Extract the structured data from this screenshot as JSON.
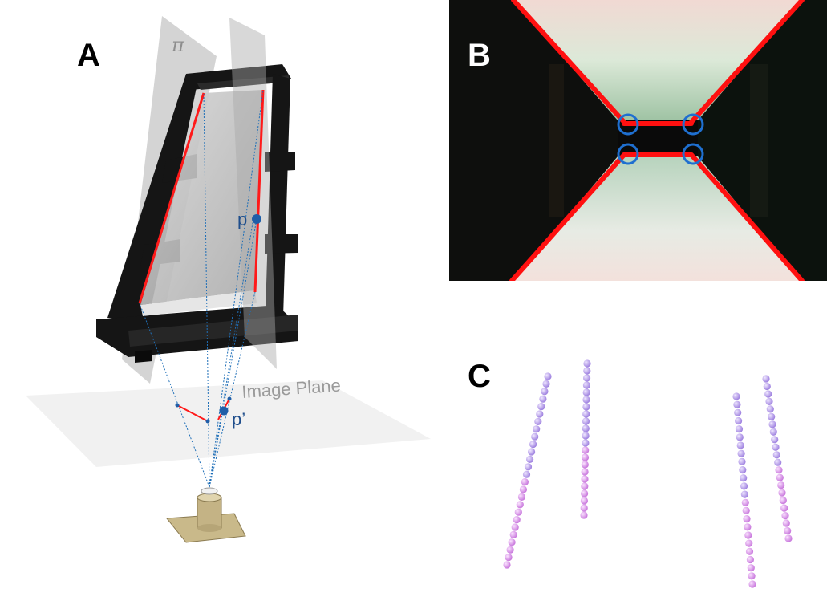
{
  "panels": {
    "a": {
      "letter": "A",
      "pi_symbol": "π",
      "image_plane_label": "Image Plane",
      "point_label": "p",
      "projected_point_label": "p’"
    },
    "b": {
      "letter": "B"
    },
    "c": {
      "letter": "C"
    }
  },
  "colors": {
    "frame": "#141414",
    "glass": "#c9c9c9",
    "edge_highlight": "#ff1a1a",
    "ray": "#1f6fb8",
    "point": "#1f5ea8",
    "marker_circle": "#1f6fd0",
    "plane": "#f0f0f0",
    "dot_violet": "#b79cf0",
    "dot_pink": "#d98ce8",
    "camera": "#c8b788"
  },
  "panel_c_dot_columns": [
    {
      "count": 26,
      "top": [
        683,
        469
      ],
      "bottom": [
        632,
        704
      ]
    },
    {
      "count": 22,
      "top": [
        732,
        453
      ],
      "bottom": [
        728,
        642
      ]
    },
    {
      "count": 24,
      "top": [
        918,
        494
      ],
      "bottom": [
        938,
        728
      ]
    },
    {
      "count": 22,
      "top": [
        955,
        472
      ],
      "bottom": [
        983,
        671
      ]
    }
  ]
}
